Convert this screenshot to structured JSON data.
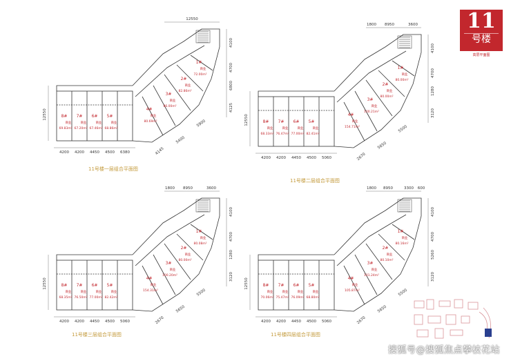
{
  "badge": {
    "number": "11",
    "label": "号楼",
    "sub": "高层平面图"
  },
  "plans": [
    {
      "caption": "11号楼一层组合平面图",
      "top_dims": [
        "12550"
      ],
      "bottom_dims": [
        "4200",
        "4200",
        "4450",
        "4500",
        "6380"
      ],
      "left_dim": "12550",
      "right_dims": [
        "4100",
        "4700",
        "6800",
        "4125"
      ],
      "arc_dims": [
        "4145",
        "5400",
        "5900"
      ],
      "units": [
        {
          "num": "8#",
          "name": "商业",
          "area": "69.83m²"
        },
        {
          "num": "7#",
          "name": "商业",
          "area": "67.20m²"
        },
        {
          "num": "6#",
          "name": "商业",
          "area": "67.46m²"
        },
        {
          "num": "5#",
          "name": "商业",
          "area": "68.86m²"
        },
        {
          "num": "4#",
          "name": "商业",
          "area": "80.69m²"
        },
        {
          "num": "3#",
          "name": "商业",
          "area": "86.00m²"
        },
        {
          "num": "2#",
          "name": "商业",
          "area": "82.86m²"
        },
        {
          "num": "1#",
          "name": "商业",
          "area": "72.00m²"
        }
      ]
    },
    {
      "caption": "11号楼二层组合平面图",
      "top_dims": [
        "1800",
        "8950",
        "3600"
      ],
      "bottom_dims": [
        "4200",
        "4200",
        "4450",
        "4500",
        "5060"
      ],
      "left_dim": "12550",
      "right_dims": [
        "4100",
        "4700",
        "1280",
        "3120"
      ],
      "arc_dims": [
        "2670",
        "5650",
        "5500"
      ],
      "units": [
        {
          "num": "8#",
          "name": "商业",
          "area": "68.33m²"
        },
        {
          "num": "7#",
          "name": "商业",
          "area": "76.47m²"
        },
        {
          "num": "6#",
          "name": "商业",
          "area": "77.00m²"
        },
        {
          "num": "5#",
          "name": "商业",
          "area": "82.41m²"
        },
        {
          "num": "4#",
          "name": "商业",
          "area": "154.71m²"
        },
        {
          "num": "3#",
          "name": "商业",
          "area": "100.21m²"
        },
        {
          "num": "2#",
          "name": "商业",
          "area": "80.00m²"
        },
        {
          "num": "1#",
          "name": "商业",
          "area": "80.00m²"
        }
      ]
    },
    {
      "caption": "11号楼三层组合平面图",
      "top_dims": [
        "1800",
        "8950",
        "3600"
      ],
      "bottom_dims": [
        "4200",
        "4200",
        "4450",
        "4500",
        "5060"
      ],
      "left_dim": "12550",
      "right_dims": [
        "4100",
        "4700",
        "1280",
        "3120"
      ],
      "arc_dims": [
        "2670",
        "5650",
        "5500"
      ],
      "units": [
        {
          "num": "8#",
          "name": "商业",
          "area": "68.35m²"
        },
        {
          "num": "7#",
          "name": "商业",
          "area": "76.50m²"
        },
        {
          "num": "6#",
          "name": "商业",
          "area": "77.00m²"
        },
        {
          "num": "5#",
          "name": "商业",
          "area": "82.42m²"
        },
        {
          "num": "4#",
          "name": "商业",
          "area": "154.31m²"
        },
        {
          "num": "3#",
          "name": "商业",
          "area": "100.20m²"
        },
        {
          "num": "2#",
          "name": "商业",
          "area": "80.00m²"
        },
        {
          "num": "1#",
          "name": "商业",
          "area": "80.08m²"
        }
      ]
    },
    {
      "caption": "11号楼四层组合平面图",
      "top_dims": [
        "1800",
        "8950",
        "3300",
        "600"
      ],
      "bottom_dims": [
        "4200",
        "4200",
        "4450",
        "4500",
        "5060"
      ],
      "left_dim": "12550",
      "right_dims": [
        "4100",
        "4700",
        "5260",
        "3120"
      ],
      "arc_dims": [
        "2670",
        "5650",
        "5500"
      ],
      "units": [
        {
          "num": "8#",
          "name": "商业",
          "area": "70.06m²"
        },
        {
          "num": "7#",
          "name": "商业",
          "area": "75.47m²"
        },
        {
          "num": "6#",
          "name": "商业",
          "area": "76.09m²"
        },
        {
          "num": "5#",
          "name": "商业",
          "area": "68.80m²"
        },
        {
          "num": "4#",
          "name": "商业",
          "area": "105.87m²"
        },
        {
          "num": "3#",
          "name": "商业",
          "area": "101.24m²"
        },
        {
          "num": "2#",
          "name": "商业",
          "area": "80.10m²"
        },
        {
          "num": "1#",
          "name": "商业",
          "area": "80.16m²"
        }
      ]
    }
  ],
  "watermark": "搜狐号@搜狐焦点攀枝花站"
}
